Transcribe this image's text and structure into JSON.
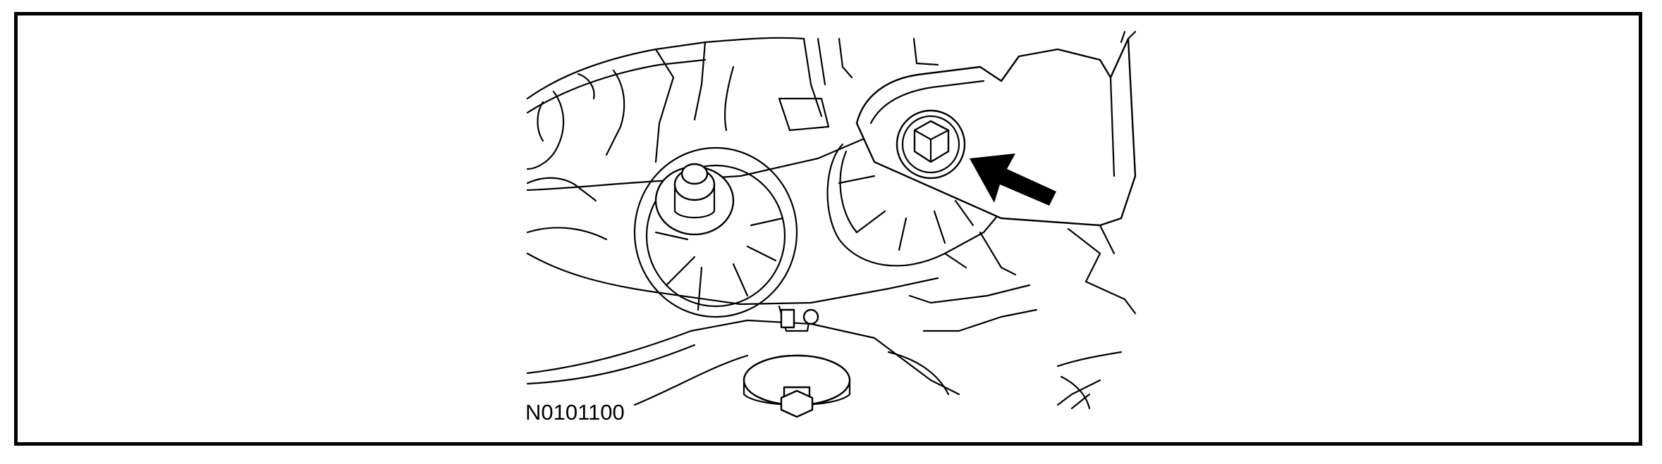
{
  "figure": {
    "id_label": "N0101100",
    "callout": {
      "type": "arrow",
      "target": "bolt",
      "fill": "#000000"
    },
    "colors": {
      "line": "#000000",
      "background": "#ffffff",
      "frame": "#000000"
    }
  }
}
